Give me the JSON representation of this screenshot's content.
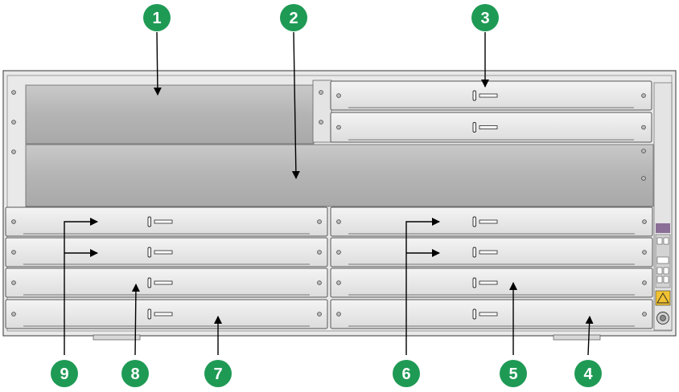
{
  "colors": {
    "callout": "#1f9a55",
    "chassis": "#e8e8e8",
    "blank": "#b9b9b9",
    "card": "#ebebeb",
    "outline": "#555555"
  },
  "callouts": [
    "1",
    "2",
    "3",
    "4",
    "5",
    "6",
    "7",
    "8",
    "9"
  ],
  "icons": {
    "screw": "screw-icon",
    "handle": "ejector-handle-icon",
    "warning": "laser-warning-icon",
    "ground": "grounding-point-icon"
  }
}
